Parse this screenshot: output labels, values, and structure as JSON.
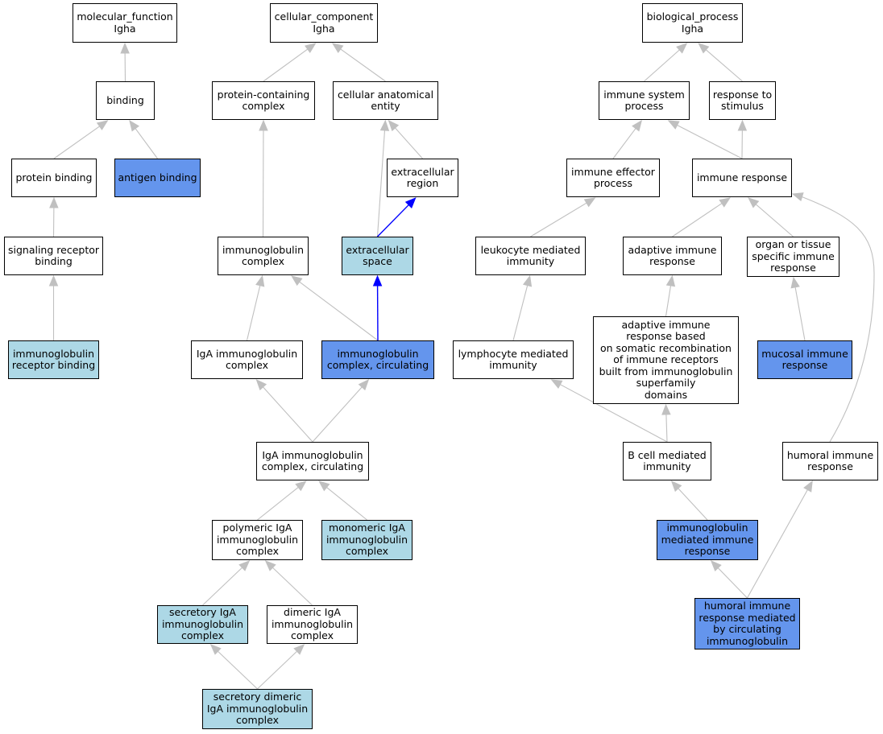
{
  "colors": {
    "default_node": "#ffffff",
    "annotated_node": "#add8e6",
    "highlighted_node": "#6495ed",
    "edge": "#c0c0c0",
    "highlighted_edge": "#0000ff"
  },
  "nodes": [
    {
      "id": "mf_root",
      "label": "molecular_function\nIgha",
      "fill": "white"
    },
    {
      "id": "cc_root",
      "label": "cellular_component\nIgha",
      "fill": "white"
    },
    {
      "id": "bp_root",
      "label": "biological_process\nIgha",
      "fill": "white"
    },
    {
      "id": "binding",
      "label": "binding",
      "fill": "white"
    },
    {
      "id": "protein_containing_complex",
      "label": "protein-containing\ncomplex",
      "fill": "white"
    },
    {
      "id": "cellular_anatomical_entity",
      "label": "cellular anatomical\nentity",
      "fill": "white"
    },
    {
      "id": "immune_system_process",
      "label": "immune system\nprocess",
      "fill": "white"
    },
    {
      "id": "response_to_stimulus",
      "label": "response to\nstimulus",
      "fill": "white"
    },
    {
      "id": "protein_binding",
      "label": "protein binding",
      "fill": "white"
    },
    {
      "id": "antigen_binding",
      "label": "antigen binding",
      "fill": "blue"
    },
    {
      "id": "extracellular_region",
      "label": "extracellular\nregion",
      "fill": "white"
    },
    {
      "id": "immune_effector_process",
      "label": "immune effector\nprocess",
      "fill": "white"
    },
    {
      "id": "immune_response",
      "label": "immune response",
      "fill": "white"
    },
    {
      "id": "signaling_receptor_binding",
      "label": "signaling receptor\nbinding",
      "fill": "white"
    },
    {
      "id": "immunoglobulin_complex",
      "label": "immunoglobulin\ncomplex",
      "fill": "white"
    },
    {
      "id": "extracellular_space",
      "label": "extracellular\nspace",
      "fill": "light"
    },
    {
      "id": "leukocyte_mediated_immunity",
      "label": "leukocyte mediated\nimmunity",
      "fill": "white"
    },
    {
      "id": "adaptive_immune_response",
      "label": "adaptive immune\nresponse",
      "fill": "white"
    },
    {
      "id": "organ_specific_immune_response",
      "label": "organ or tissue\nspecific immune\nresponse",
      "fill": "white"
    },
    {
      "id": "immunoglobulin_receptor_binding",
      "label": "immunoglobulin\nreceptor binding",
      "fill": "light"
    },
    {
      "id": "iga_immunoglobulin_complex",
      "label": "IgA immunoglobulin\ncomplex",
      "fill": "white"
    },
    {
      "id": "immunoglobulin_complex_circulating",
      "label": "immunoglobulin\ncomplex, circulating",
      "fill": "blue"
    },
    {
      "id": "lymphocyte_mediated_immunity",
      "label": "lymphocyte mediated\nimmunity",
      "fill": "white"
    },
    {
      "id": "adaptive_immune_response_somatic",
      "label": "adaptive immune\nresponse based\non somatic recombination\nof immune receptors\nbuilt from immunoglobulin\nsuperfamily\ndomains",
      "fill": "white"
    },
    {
      "id": "mucosal_immune_response",
      "label": "mucosal immune\nresponse",
      "fill": "blue"
    },
    {
      "id": "iga_complex_circulating",
      "label": "IgA immunoglobulin\ncomplex, circulating",
      "fill": "white"
    },
    {
      "id": "b_cell_mediated_immunity",
      "label": "B cell mediated\nimmunity",
      "fill": "white"
    },
    {
      "id": "humoral_immune_response",
      "label": "humoral immune\nresponse",
      "fill": "white"
    },
    {
      "id": "polymeric_iga_complex",
      "label": "polymeric IgA\nimmunoglobulin\ncomplex",
      "fill": "white"
    },
    {
      "id": "monomeric_iga_complex",
      "label": "monomeric IgA\nimmunoglobulin\ncomplex",
      "fill": "light"
    },
    {
      "id": "immunoglobulin_mediated_immune_response",
      "label": "immunoglobulin\nmediated immune\nresponse",
      "fill": "blue"
    },
    {
      "id": "secretory_iga_complex",
      "label": "secretory IgA\nimmunoglobulin\ncomplex",
      "fill": "light"
    },
    {
      "id": "dimeric_iga_complex",
      "label": "dimeric IgA\nimmunoglobulin\ncomplex",
      "fill": "white"
    },
    {
      "id": "humoral_response_circulating_ig",
      "label": "humoral immune\nresponse mediated\nby circulating\nimmunoglobulin",
      "fill": "blue"
    },
    {
      "id": "secretory_dimeric_iga_complex",
      "label": "secretory dimeric\nIgA immunoglobulin\ncomplex",
      "fill": "light"
    }
  ],
  "edges": [
    {
      "from": "binding",
      "to": "mf_root"
    },
    {
      "from": "protein_binding",
      "to": "binding"
    },
    {
      "from": "antigen_binding",
      "to": "binding"
    },
    {
      "from": "signaling_receptor_binding",
      "to": "protein_binding"
    },
    {
      "from": "immunoglobulin_receptor_binding",
      "to": "signaling_receptor_binding"
    },
    {
      "from": "protein_containing_complex",
      "to": "cc_root"
    },
    {
      "from": "cellular_anatomical_entity",
      "to": "cc_root"
    },
    {
      "from": "extracellular_region",
      "to": "cellular_anatomical_entity"
    },
    {
      "from": "extracellular_space",
      "to": "cellular_anatomical_entity"
    },
    {
      "from": "extracellular_space",
      "to": "extracellular_region",
      "highlight": true
    },
    {
      "from": "immunoglobulin_complex",
      "to": "protein_containing_complex"
    },
    {
      "from": "iga_immunoglobulin_complex",
      "to": "immunoglobulin_complex"
    },
    {
      "from": "immunoglobulin_complex_circulating",
      "to": "immunoglobulin_complex"
    },
    {
      "from": "immunoglobulin_complex_circulating",
      "to": "extracellular_space",
      "highlight": true
    },
    {
      "from": "iga_complex_circulating",
      "to": "iga_immunoglobulin_complex"
    },
    {
      "from": "iga_complex_circulating",
      "to": "immunoglobulin_complex_circulating"
    },
    {
      "from": "polymeric_iga_complex",
      "to": "iga_complex_circulating"
    },
    {
      "from": "monomeric_iga_complex",
      "to": "iga_complex_circulating"
    },
    {
      "from": "secretory_iga_complex",
      "to": "polymeric_iga_complex"
    },
    {
      "from": "dimeric_iga_complex",
      "to": "polymeric_iga_complex"
    },
    {
      "from": "secretory_dimeric_iga_complex",
      "to": "secretory_iga_complex"
    },
    {
      "from": "secretory_dimeric_iga_complex",
      "to": "dimeric_iga_complex"
    },
    {
      "from": "immune_system_process",
      "to": "bp_root"
    },
    {
      "from": "response_to_stimulus",
      "to": "bp_root"
    },
    {
      "from": "immune_effector_process",
      "to": "immune_system_process"
    },
    {
      "from": "immune_response",
      "to": "immune_system_process"
    },
    {
      "from": "immune_response",
      "to": "response_to_stimulus"
    },
    {
      "from": "leukocyte_mediated_immunity",
      "to": "immune_effector_process"
    },
    {
      "from": "adaptive_immune_response",
      "to": "immune_response"
    },
    {
      "from": "organ_specific_immune_response",
      "to": "immune_response"
    },
    {
      "from": "lymphocyte_mediated_immunity",
      "to": "leukocyte_mediated_immunity"
    },
    {
      "from": "adaptive_immune_response_somatic",
      "to": "adaptive_immune_response"
    },
    {
      "from": "mucosal_immune_response",
      "to": "organ_specific_immune_response"
    },
    {
      "from": "b_cell_mediated_immunity",
      "to": "lymphocyte_mediated_immunity"
    },
    {
      "from": "b_cell_mediated_immunity",
      "to": "adaptive_immune_response_somatic"
    },
    {
      "from": "humoral_immune_response",
      "to": "immune_response"
    },
    {
      "from": "immunoglobulin_mediated_immune_response",
      "to": "b_cell_mediated_immunity"
    },
    {
      "from": "humoral_response_circulating_ig",
      "to": "immunoglobulin_mediated_immune_response"
    },
    {
      "from": "humoral_response_circulating_ig",
      "to": "humoral_immune_response"
    }
  ]
}
